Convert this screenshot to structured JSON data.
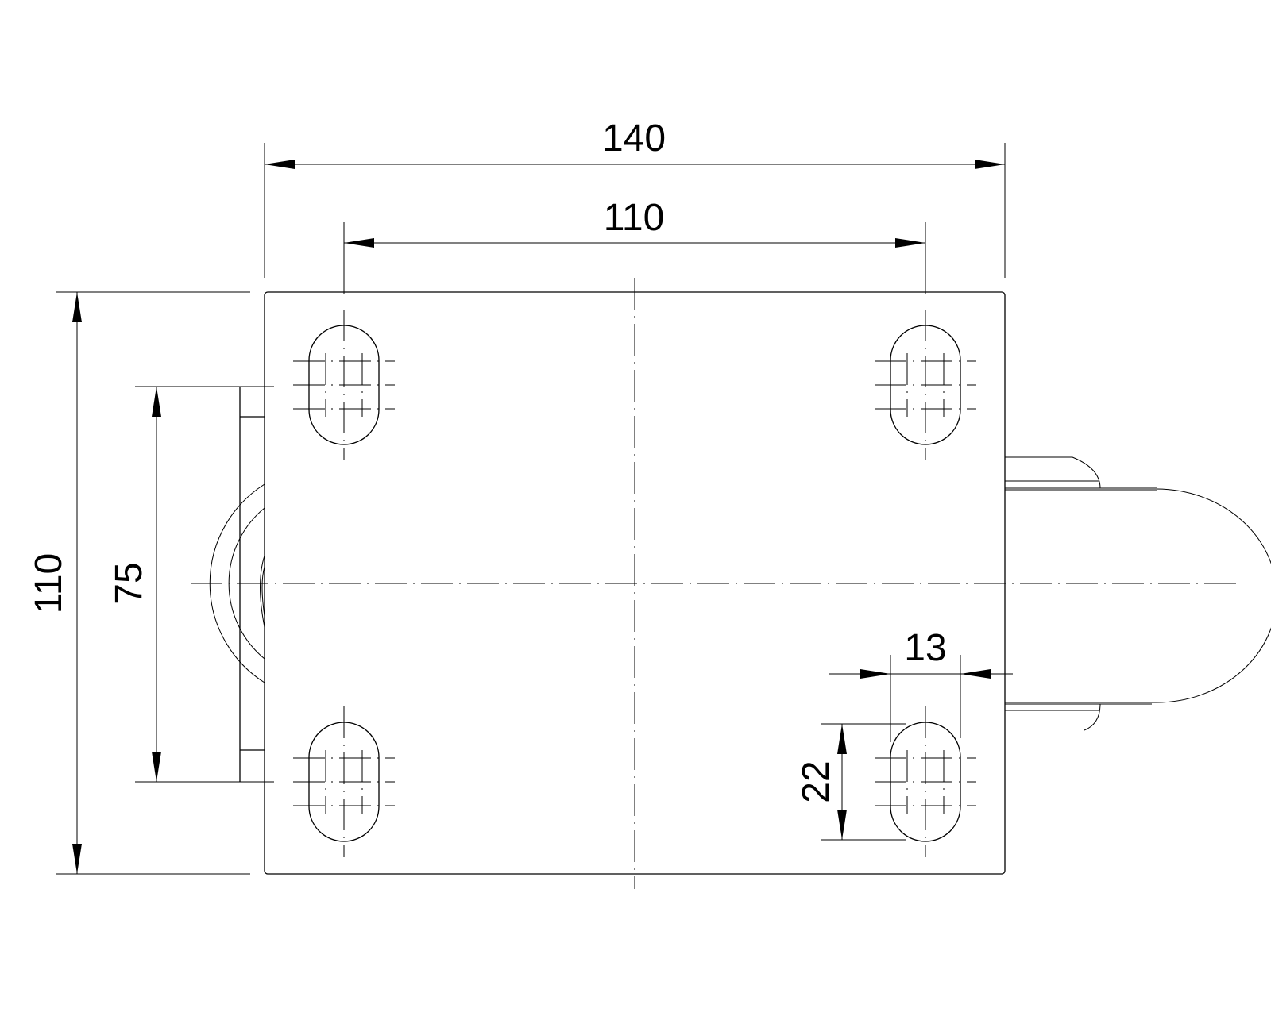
{
  "drawing": {
    "dimensions": {
      "overall_width": "140",
      "hole_spacing_x": "110",
      "overall_height": "110",
      "hole_spacing_y": "75",
      "slot_width": "13",
      "slot_length": "22"
    },
    "line_color": "#000000",
    "background": "#ffffff"
  }
}
